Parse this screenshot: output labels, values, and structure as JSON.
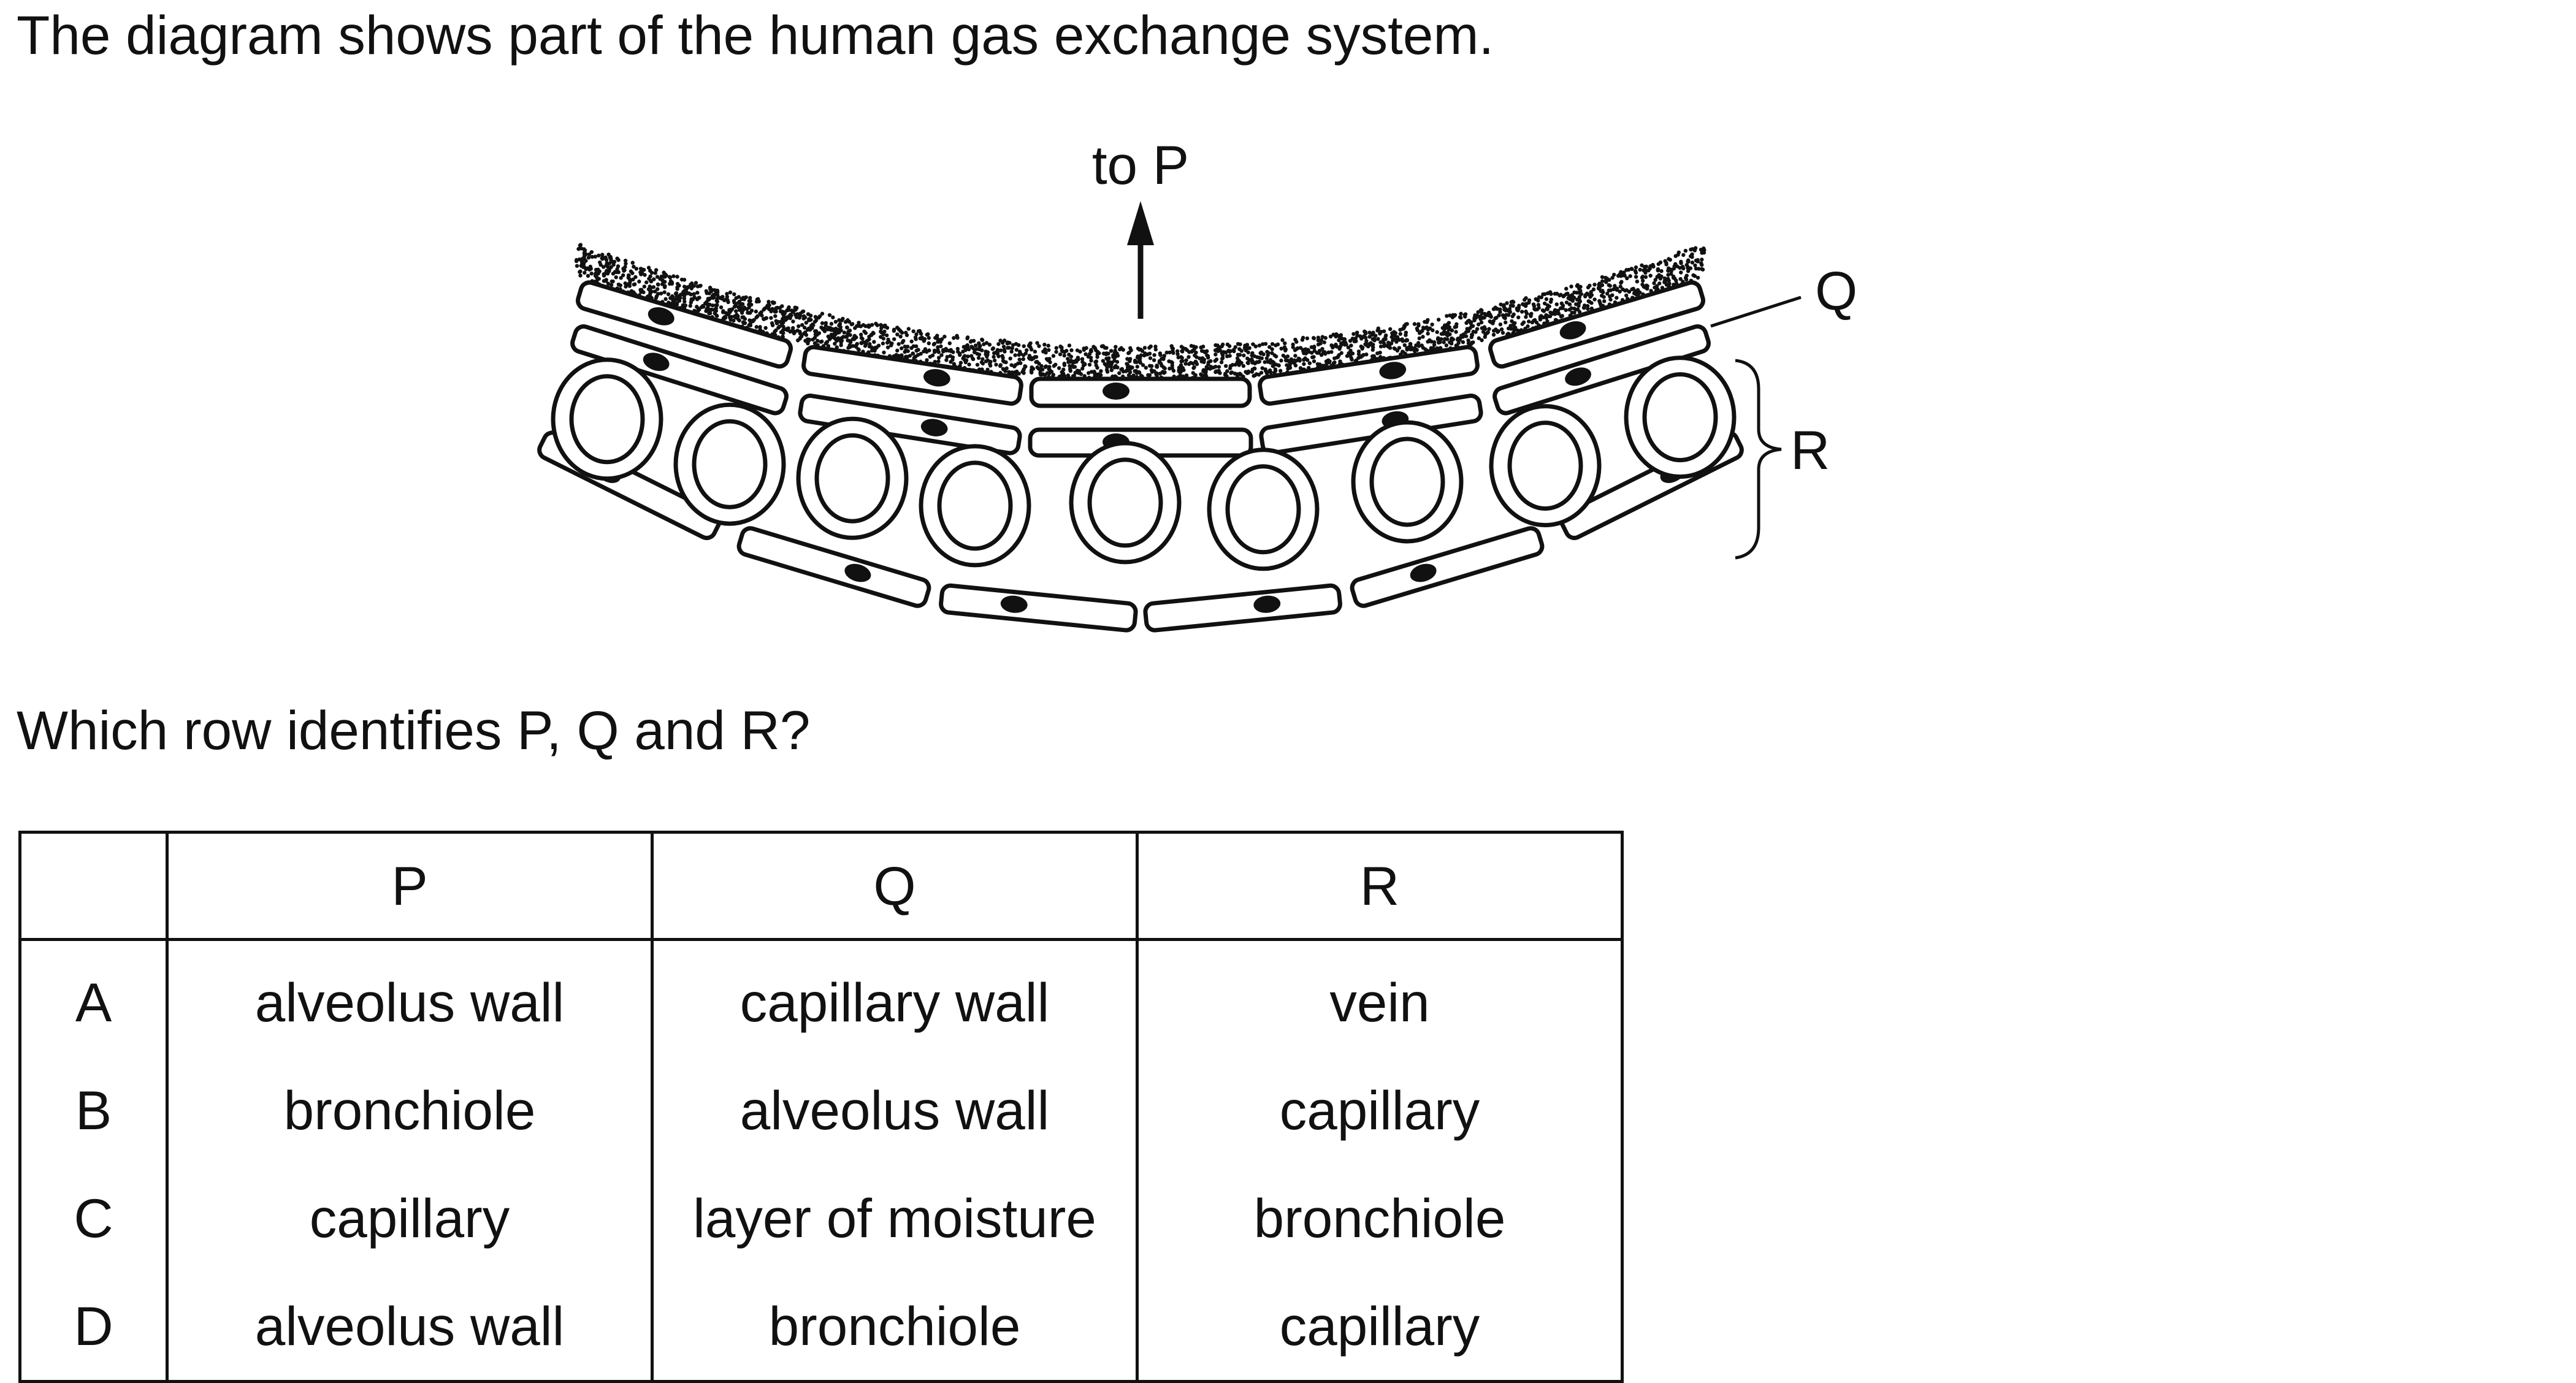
{
  "intro": "The diagram shows part of the human gas exchange system.",
  "diagram": {
    "arrow_label": "to P",
    "label_q": "Q",
    "label_r": "R"
  },
  "question": "Which row identifies P, Q and R?",
  "table": {
    "headers": [
      "",
      "P",
      "Q",
      "R"
    ],
    "rows": [
      {
        "label": "A",
        "p": "alveolus wall",
        "q": "capillary wall",
        "r": "vein"
      },
      {
        "label": "B",
        "p": "bronchiole",
        "q": "alveolus wall",
        "r": "capillary"
      },
      {
        "label": "C",
        "p": "capillary",
        "q": "layer of moisture",
        "r": "bronchiole"
      },
      {
        "label": "D",
        "p": "alveolus wall",
        "q": "bronchiole",
        "r": "capillary"
      }
    ]
  }
}
